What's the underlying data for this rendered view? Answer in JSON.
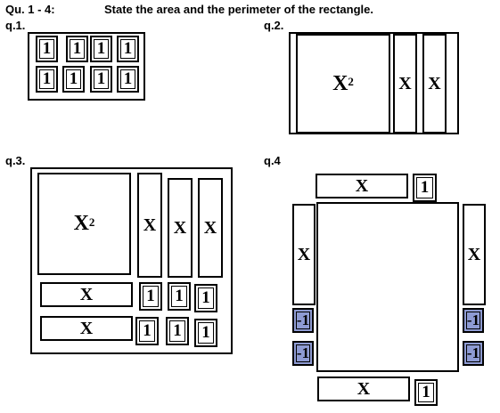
{
  "header": {
    "number": "Qu. 1 - 4:",
    "instruction": "State the area and the perimeter of the rectangle."
  },
  "labels": {
    "q1": "q.1.",
    "q2": "q.2.",
    "q3": "q.3.",
    "q4": "q.4"
  },
  "tiles": {
    "one": "1",
    "x": "X",
    "x_square_base": "X",
    "x_square_exp": "2",
    "neg_one": "-1"
  },
  "colors": {
    "negative_tile": "#8e9bd3"
  }
}
